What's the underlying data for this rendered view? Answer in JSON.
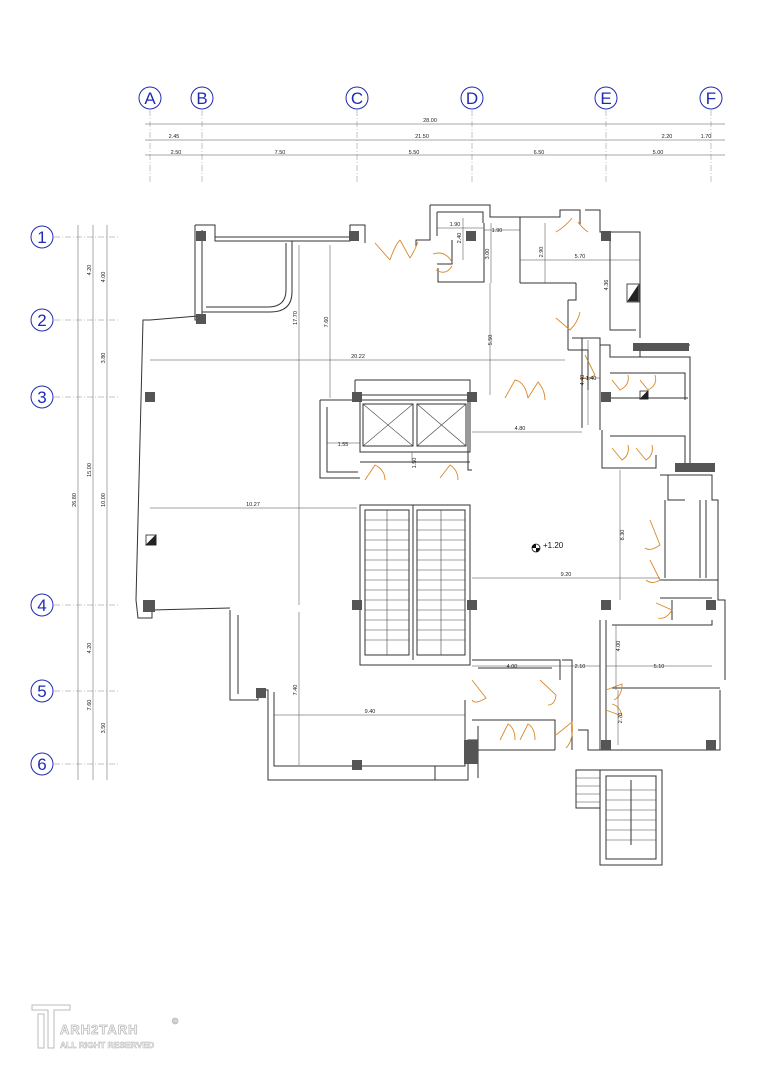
{
  "grid": {
    "columns": [
      "A",
      "B",
      "C",
      "D",
      "E",
      "F"
    ],
    "rows": [
      "1",
      "2",
      "3",
      "4",
      "5",
      "6"
    ]
  },
  "dimensions": {
    "top_total": "28.00",
    "top_row2": [
      "2.45",
      "21.50",
      "2.20",
      "1.70"
    ],
    "top_row3": [
      "2.50",
      "7.50",
      "5.50",
      "6.50",
      "5.00"
    ],
    "left_total": "26.80",
    "left_mid": [
      "4.20",
      "15.00",
      "4.20",
      "7.60"
    ],
    "left_inner": [
      "4.00",
      "3.80",
      "10.00",
      "3.50"
    ],
    "interior": {
      "d_20_22": "20.22",
      "d_17_70": "17.70",
      "d_7_60": "7.60",
      "d_10_27": "10.27",
      "d_7_40": "7.40",
      "d_9_40": "9.40",
      "d_1_55": "1.55",
      "d_1_50": "1.50",
      "d_4_80": "4.80",
      "d_5_50": "5.50",
      "d_9_20": "9.20",
      "d_4_00a": "4.00",
      "d_2_10": "2.10",
      "d_5_10": "5.10",
      "d_4_00b": "4.00",
      "d_2_70": "2.70",
      "d_8_30": "8.30",
      "d_5_70": "5.70",
      "d_4_36": "4.36",
      "d_2_90": "2.90",
      "d_3_00": "3.00",
      "d_1_90a": "1.90",
      "d_1_90b": "1.90",
      "d_2_40": "2.40",
      "d_1_40": "1.40",
      "d_4_40": "4.40"
    }
  },
  "level_marker": "+1.20",
  "logo": {
    "name": "ARH2TARH",
    "tagline": "ALL RIGHT RESERVED",
    "mark": "©"
  }
}
